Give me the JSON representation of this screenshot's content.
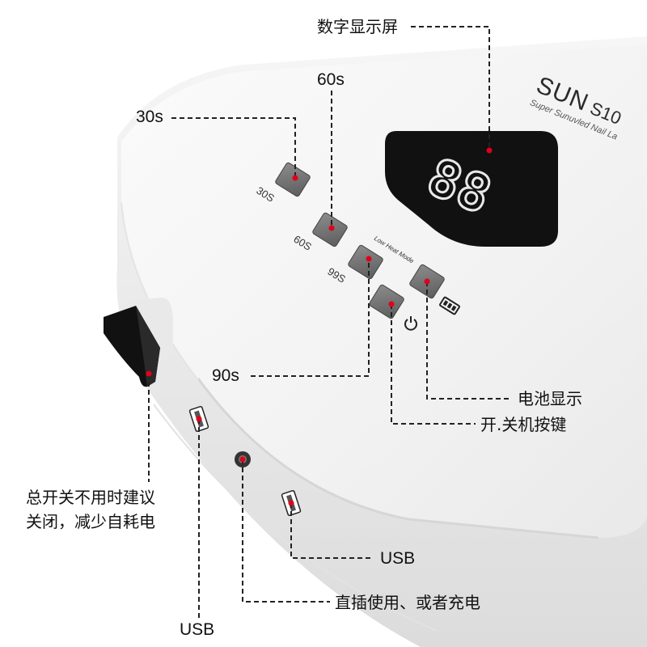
{
  "product": {
    "brand": "SUN",
    "model": "S10",
    "tagline": "Super Sunuvled Nail La",
    "display_digits": "88",
    "button_labels": {
      "b30": "30S",
      "b60": "60S",
      "b99": "99S",
      "low_heat": "Low Heat Mode"
    }
  },
  "callouts": {
    "display": "数字显示屏",
    "s60": "60s",
    "s30": "30s",
    "s90": "90s",
    "battery": "电池显示",
    "power": "开.关机按键",
    "switch_line1": "总开关不用时建议",
    "switch_line2": "关闭，减少自耗电",
    "usb_right": "USB",
    "dc": "直插使用、或者充电",
    "usb_left": "USB"
  },
  "colors": {
    "body": "#f3f3f3",
    "panel": "#111111",
    "segment": "#e8e8e8",
    "marker": "#e0001a",
    "leader": "#222222"
  }
}
